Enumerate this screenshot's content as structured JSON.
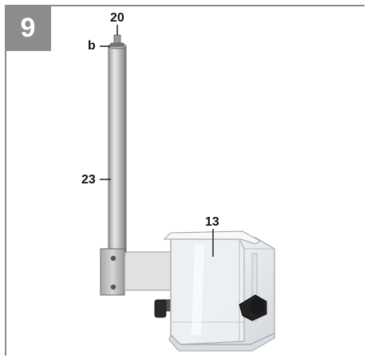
{
  "step": {
    "number": "9"
  },
  "callouts": {
    "c20": "20",
    "cb": "b",
    "c23": "23",
    "c13": "13"
  }
}
